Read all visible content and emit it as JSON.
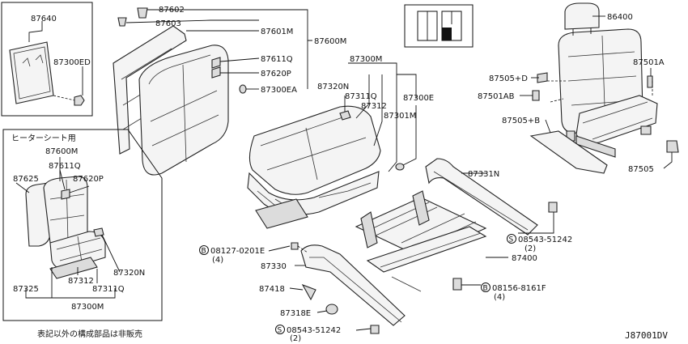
{
  "diagram": {
    "code": "J87001DV",
    "note": "表記以外の構成部品は非販売",
    "heater_title": "ヒーターシート用",
    "labels": {
      "p87640": "87640",
      "p87300ED": "87300ED",
      "p87602": "87602",
      "p87603": "87603",
      "p87601M": "87601M",
      "p87600M": "87600M",
      "p87611Q": "87611Q",
      "p87620P": "87620P",
      "p87300EA": "87300EA",
      "p87300M": "87300M",
      "p87320N": "87320N",
      "p87311Q": "87311Q",
      "p87312": "87312",
      "p87300E": "87300E",
      "p87301M": "87301M",
      "p86400": "86400",
      "p87505D": "87505+D",
      "p87501A": "87501A",
      "p87501AB": "87501AB",
      "p87505B": "87505+B",
      "p87505": "87505",
      "p87331N": "87331N",
      "p08543a": "08543-51242",
      "p08543a_q": "(2)",
      "p08127": "08127-0201E",
      "p08127_q": "(4)",
      "p87330": "87330",
      "p87400": "87400",
      "p87418": "87418",
      "p08156": "08156-8161F",
      "p08156_q": "(4)",
      "p87318E": "87318E",
      "p08543b": "08543-51242",
      "p08543b_q": "(2)",
      "h87600M": "87600M",
      "h87611Q": "87611Q",
      "h87625": "87625",
      "h87620P": "87620P",
      "h87320N": "87320N",
      "h87312": "87312",
      "h87325": "87325",
      "h87311Q": "87311Q",
      "h87300M": "87300M"
    },
    "prefixes": {
      "s": "S",
      "b": "B"
    }
  }
}
